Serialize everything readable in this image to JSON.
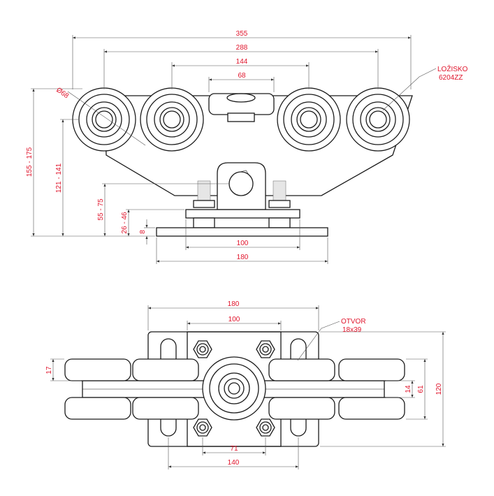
{
  "colors": {
    "line": "#1a1a1a",
    "dimension_text": "#e0142b",
    "dimension_line": "#555555"
  },
  "top_view": {
    "dims": {
      "d355": "355",
      "d288": "288",
      "d144": "144",
      "d68": "68",
      "d100": "100",
      "d180": "180",
      "h155_175": "155 - 175",
      "h121_141": "121 - 141",
      "h55_75": "55 - 75",
      "h26_46": "26 - 46",
      "h8": "8",
      "dia68": "Ø68"
    },
    "bearing_label_1": "LOŽISKO",
    "bearing_label_2": "6204ZZ"
  },
  "bottom_view": {
    "dims": {
      "d180": "180",
      "d100": "100",
      "d71": "71",
      "d140": "140",
      "h17": "17",
      "h14": "14",
      "h61": "61",
      "h120": "120"
    },
    "hole_label_1": "OTVOR",
    "hole_label_2": "18x39"
  }
}
